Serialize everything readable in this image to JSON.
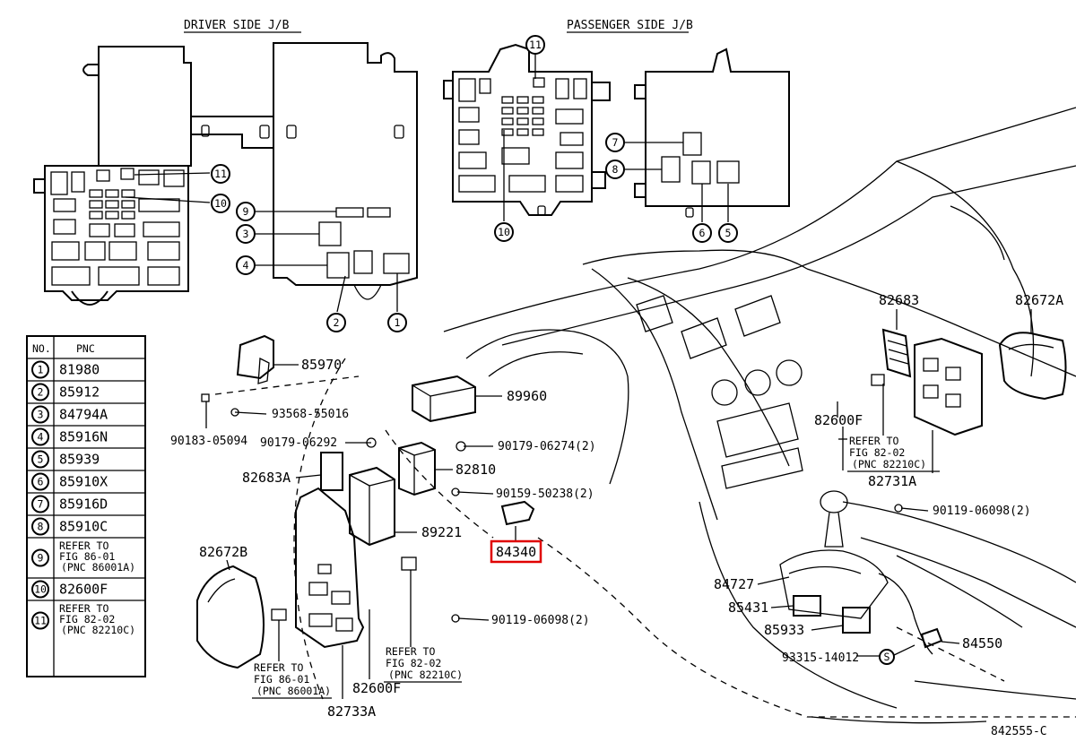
{
  "headers": {
    "driver": "DRIVER SIDE J/B",
    "passenger": "PASSENGER SIDE J/B"
  },
  "table": {
    "col_no": "NO.",
    "col_pnc": "PNC",
    "rows": [
      {
        "no": "1",
        "pnc": "81980",
        "lines": []
      },
      {
        "no": "2",
        "pnc": "85912",
        "lines": []
      },
      {
        "no": "3",
        "pnc": "84794A",
        "lines": []
      },
      {
        "no": "4",
        "pnc": "85916N",
        "lines": []
      },
      {
        "no": "5",
        "pnc": "85939",
        "lines": []
      },
      {
        "no": "6",
        "pnc": "85910X",
        "lines": []
      },
      {
        "no": "7",
        "pnc": "85916D",
        "lines": []
      },
      {
        "no": "8",
        "pnc": "85910C",
        "lines": []
      },
      {
        "no": "9",
        "pnc": "",
        "lines": [
          "REFER TO",
          "FIG 86-01",
          "(PNC 86001A)"
        ]
      },
      {
        "no": "10",
        "pnc": "82600F",
        "lines": []
      },
      {
        "no": "11",
        "pnc": "",
        "lines": [
          "REFER TO",
          "FIG 82-02",
          "(PNC 82210C)"
        ]
      }
    ]
  },
  "callouts": {
    "c_driver": [
      "11",
      "10",
      "9",
      "3",
      "4",
      "2",
      "1"
    ],
    "c_pass": [
      "11",
      "10",
      "7",
      "8",
      "6",
      "5"
    ]
  },
  "parts": {
    "p85970": "85970",
    "p93568": "93568-55016",
    "p90183": "90183-05094",
    "p89960": "89960",
    "p90179a": "90179-06292",
    "p90179b": "90179-06274(2)",
    "p82683A": "82683A",
    "p82810": "82810",
    "p90159": "90159-50238(2)",
    "p89221": "89221",
    "p84340": "84340",
    "p82672B": "82672B",
    "p90119a": "90119-06098(2)",
    "p82600Fa": "82600F",
    "p82733A": "82733A",
    "p82683": "82683",
    "p82672A": "82672A",
    "p82600Fb": "82600F",
    "p82731A": "82731A",
    "p90119b": "90119-06098(2)",
    "p84727": "84727",
    "p85431": "85431",
    "p85933": "85933",
    "p93315": "93315-14012",
    "p84550": "84550",
    "pS": "S"
  },
  "refs": {
    "r1": [
      "REFER TO",
      "FIG 82-02",
      "(PNC 82210C)"
    ],
    "r2": [
      "REFER TO",
      "FIG 86-01",
      "(PNC 86001A)"
    ],
    "r3": [
      "REFER TO",
      "FIG 82-02",
      "(PNC 82210C)"
    ]
  },
  "figure_id": "842555-C",
  "highlight_color": "#e00000"
}
